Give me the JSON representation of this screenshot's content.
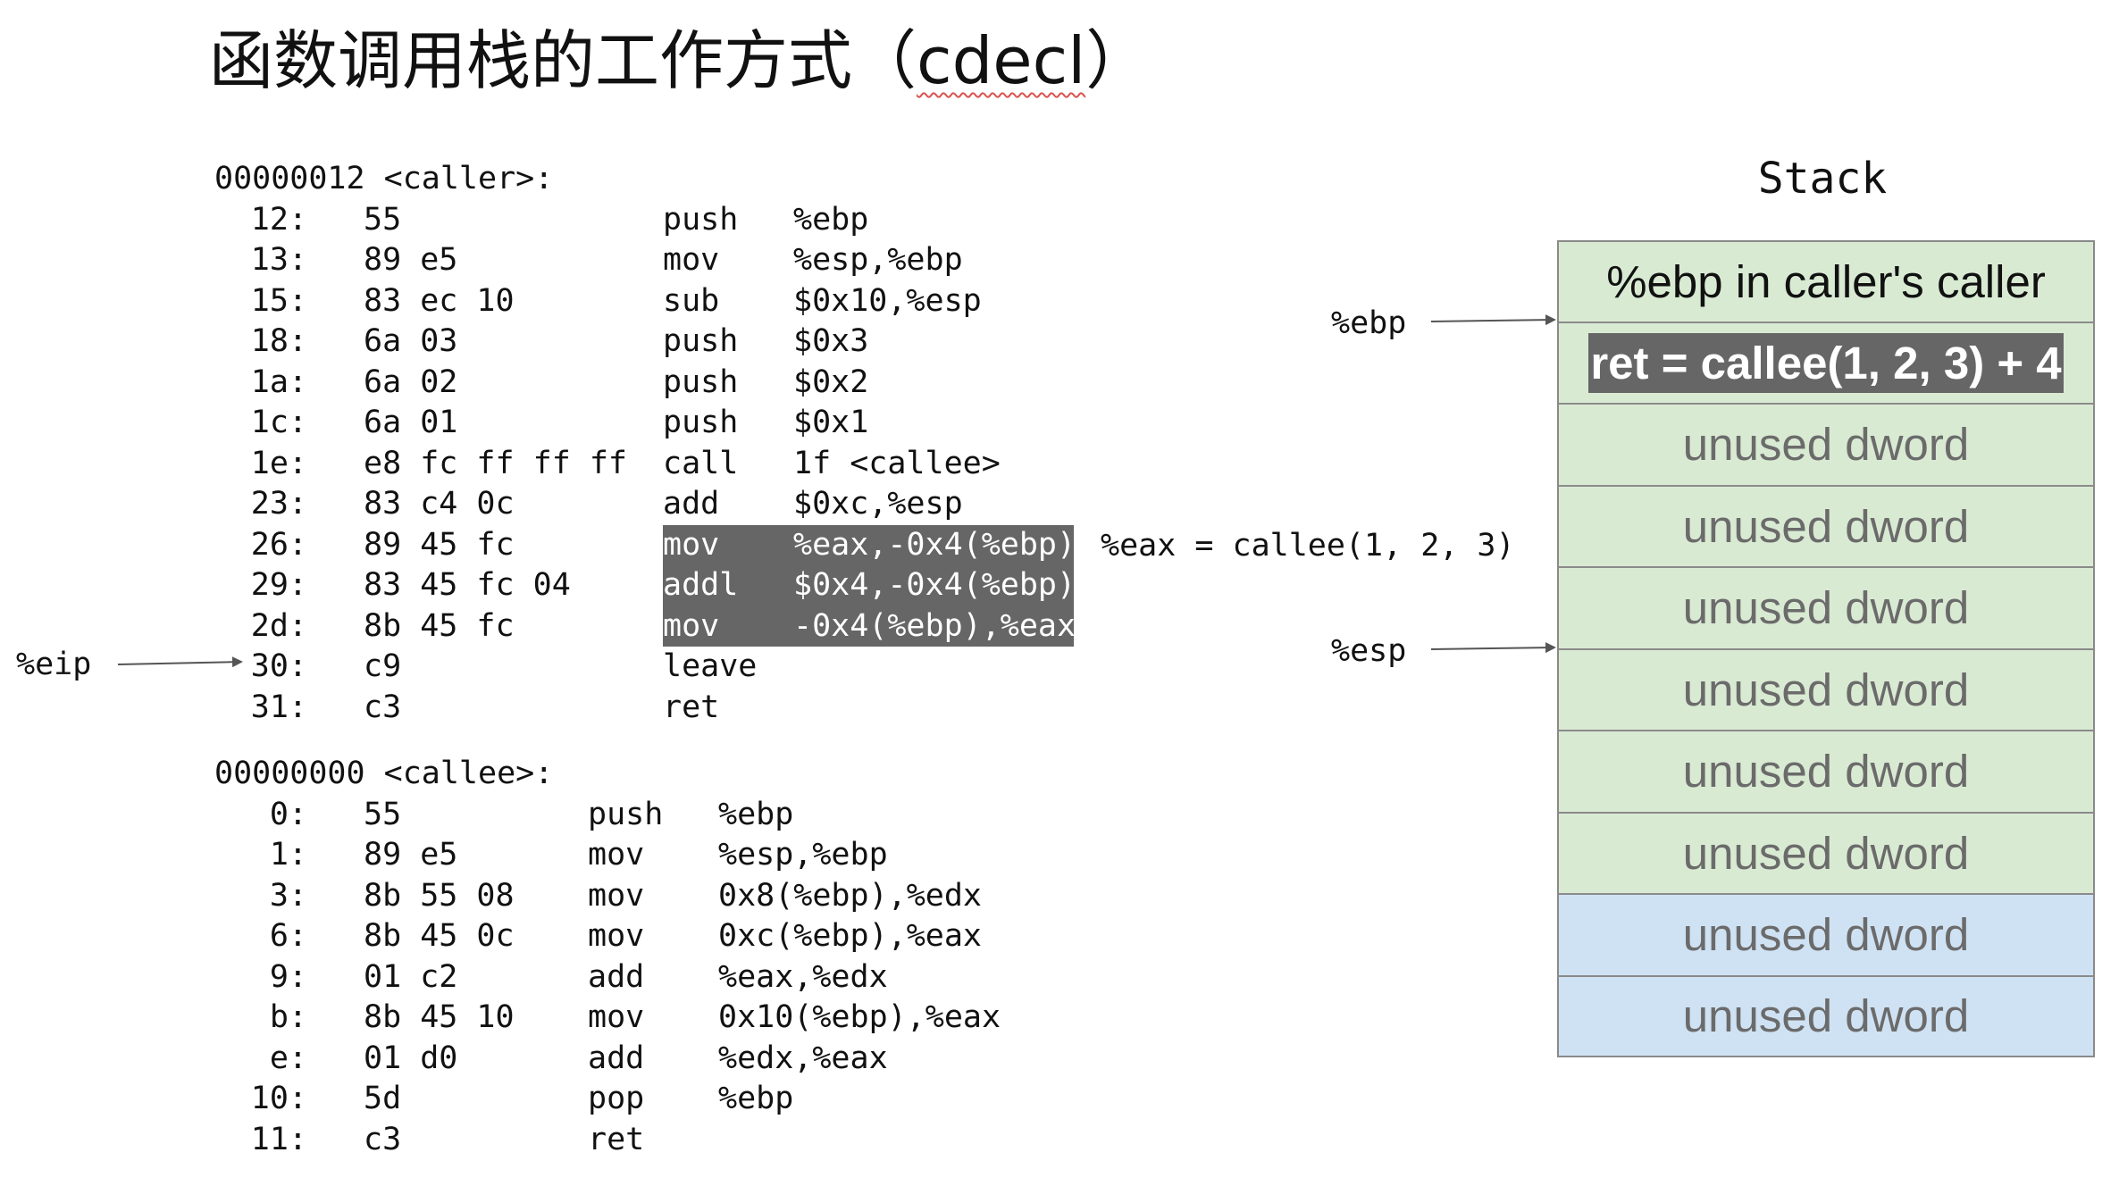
{
  "title": {
    "main": "函数调用栈的工作方式（",
    "squiggle": "cdecl",
    "close": "）"
  },
  "caller": {
    "header": "00000012 <caller>:",
    "rows": [
      {
        "addr": "12:",
        "bytes": "55",
        "op": "push",
        "args": "%ebp",
        "hl": false
      },
      {
        "addr": "13:",
        "bytes": "89 e5",
        "op": "mov",
        "args": "%esp,%ebp",
        "hl": false
      },
      {
        "addr": "15:",
        "bytes": "83 ec 10",
        "op": "sub",
        "args": "$0x10,%esp",
        "hl": false
      },
      {
        "addr": "18:",
        "bytes": "6a 03",
        "op": "push",
        "args": "$0x3",
        "hl": false
      },
      {
        "addr": "1a:",
        "bytes": "6a 02",
        "op": "push",
        "args": "$0x2",
        "hl": false
      },
      {
        "addr": "1c:",
        "bytes": "6a 01",
        "op": "push",
        "args": "$0x1",
        "hl": false
      },
      {
        "addr": "1e:",
        "bytes": "e8 fc ff ff ff",
        "op": "call",
        "args": "1f <callee>",
        "hl": false
      },
      {
        "addr": "23:",
        "bytes": "83 c4 0c",
        "op": "add",
        "args": "$0xc,%esp",
        "hl": false
      },
      {
        "addr": "26:",
        "bytes": "89 45 fc",
        "op": "mov",
        "args": "%eax,-0x4(%ebp)",
        "hl": true
      },
      {
        "addr": "29:",
        "bytes": "83 45 fc 04",
        "op": "addl",
        "args": "$0x4,-0x4(%ebp)",
        "hl": true
      },
      {
        "addr": "2d:",
        "bytes": "8b 45 fc",
        "op": "mov",
        "args": "-0x4(%ebp),%eax",
        "hl": true
      },
      {
        "addr": "30:",
        "bytes": "c9",
        "op": "leave",
        "args": "",
        "hl": false
      },
      {
        "addr": "31:",
        "bytes": "c3",
        "op": "ret",
        "args": "",
        "hl": false
      }
    ]
  },
  "callee": {
    "header": "00000000 <callee>:",
    "rows": [
      {
        "addr": "0:",
        "bytes": "55",
        "op": "push",
        "args": "%ebp"
      },
      {
        "addr": "1:",
        "bytes": "89 e5",
        "op": "mov",
        "args": "%esp,%ebp"
      },
      {
        "addr": "3:",
        "bytes": "8b 55 08",
        "op": "mov",
        "args": "0x8(%ebp),%edx"
      },
      {
        "addr": "6:",
        "bytes": "8b 45 0c",
        "op": "mov",
        "args": "0xc(%ebp),%eax"
      },
      {
        "addr": "9:",
        "bytes": "01 c2",
        "op": "add",
        "args": "%eax,%edx"
      },
      {
        "addr": "b:",
        "bytes": "8b 45 10",
        "op": "mov",
        "args": "0x10(%ebp),%eax"
      },
      {
        "addr": "e:",
        "bytes": "01 d0",
        "op": "add",
        "args": "%edx,%eax"
      },
      {
        "addr": "10:",
        "bytes": "5d",
        "op": "pop",
        "args": "%ebp"
      },
      {
        "addr": "11:",
        "bytes": "c3",
        "op": "ret",
        "args": ""
      }
    ]
  },
  "labels": {
    "eip": "%eip",
    "ebp": "%ebp",
    "esp": "%esp",
    "eax_note": "%eax = callee(1, 2, 3)"
  },
  "stack": {
    "title": "Stack",
    "cells": [
      {
        "text": "%ebp in caller's caller",
        "style": "green",
        "highlight": false
      },
      {
        "text": "ret = callee(1, 2, 3) + 4",
        "style": "green",
        "highlight": true
      },
      {
        "text": "unused dword",
        "style": "green",
        "highlight": false
      },
      {
        "text": "unused dword",
        "style": "green",
        "highlight": false
      },
      {
        "text": "unused dword",
        "style": "green",
        "highlight": false
      },
      {
        "text": "unused dword",
        "style": "green",
        "highlight": false
      },
      {
        "text": "unused dword",
        "style": "green",
        "highlight": false
      },
      {
        "text": "unused dword",
        "style": "green",
        "highlight": false
      },
      {
        "text": "unused dword",
        "style": "blue",
        "highlight": false
      },
      {
        "text": "unused dword",
        "style": "blue",
        "highlight": false
      }
    ]
  },
  "colors": {
    "highlight_bg": "#666666",
    "stack_green": "#d9ead3",
    "stack_blue": "#cfe2f3",
    "stack_border": "#8a8a8a"
  }
}
